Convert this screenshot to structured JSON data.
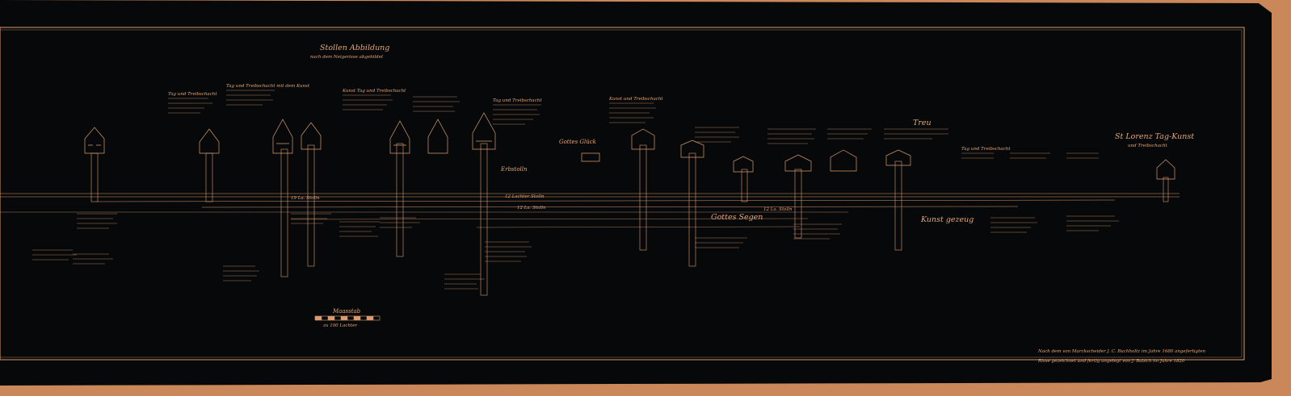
{
  "colors": {
    "paper": "#c9875a",
    "sheet": "#07080a",
    "ink": "#e6a777",
    "line": "#d99b6e"
  },
  "labels": {
    "title": "Stollen Abbildung",
    "subtitle": "nach dem Neigerisse abgebildet",
    "lorenz": "St Lorenz Tag-Kunst",
    "lorenz_sub": "und Treibschacht",
    "treu": "Treu",
    "gottes_glueck": "Gottes Glück",
    "gottes_segen": "Gottes Segen",
    "kunst_gezeug": "Kunst gezeug",
    "maasstab": "Maasstab",
    "maasstab_sub": "zu 100 Lachter",
    "erbstolln": "Erbstolln",
    "colophon_1": "Nach dem von Marckscheider J. C. Buchholtz im Jahre 1680 angefertigten",
    "colophon_2": "Risse gezeichnet und fertig angelegt von J. Babich im Jahre 1820"
  },
  "annotations": {
    "a1": "Tag und Treibschacht",
    "a2": "Tag und Treibschacht mit dem Kunst",
    "a3": "Kunst Tag und Treibschacht",
    "a4": "Tag und Treibschacht",
    "a5": "Kunst und Treibschacht",
    "a6": "Tag und Treibschacht"
  },
  "levels": {
    "l1": "19 La. Stolln",
    "l2": "12 La. Stolln",
    "l3": "12 Lachter Stolln",
    "l4": "12 La. Stolln"
  }
}
